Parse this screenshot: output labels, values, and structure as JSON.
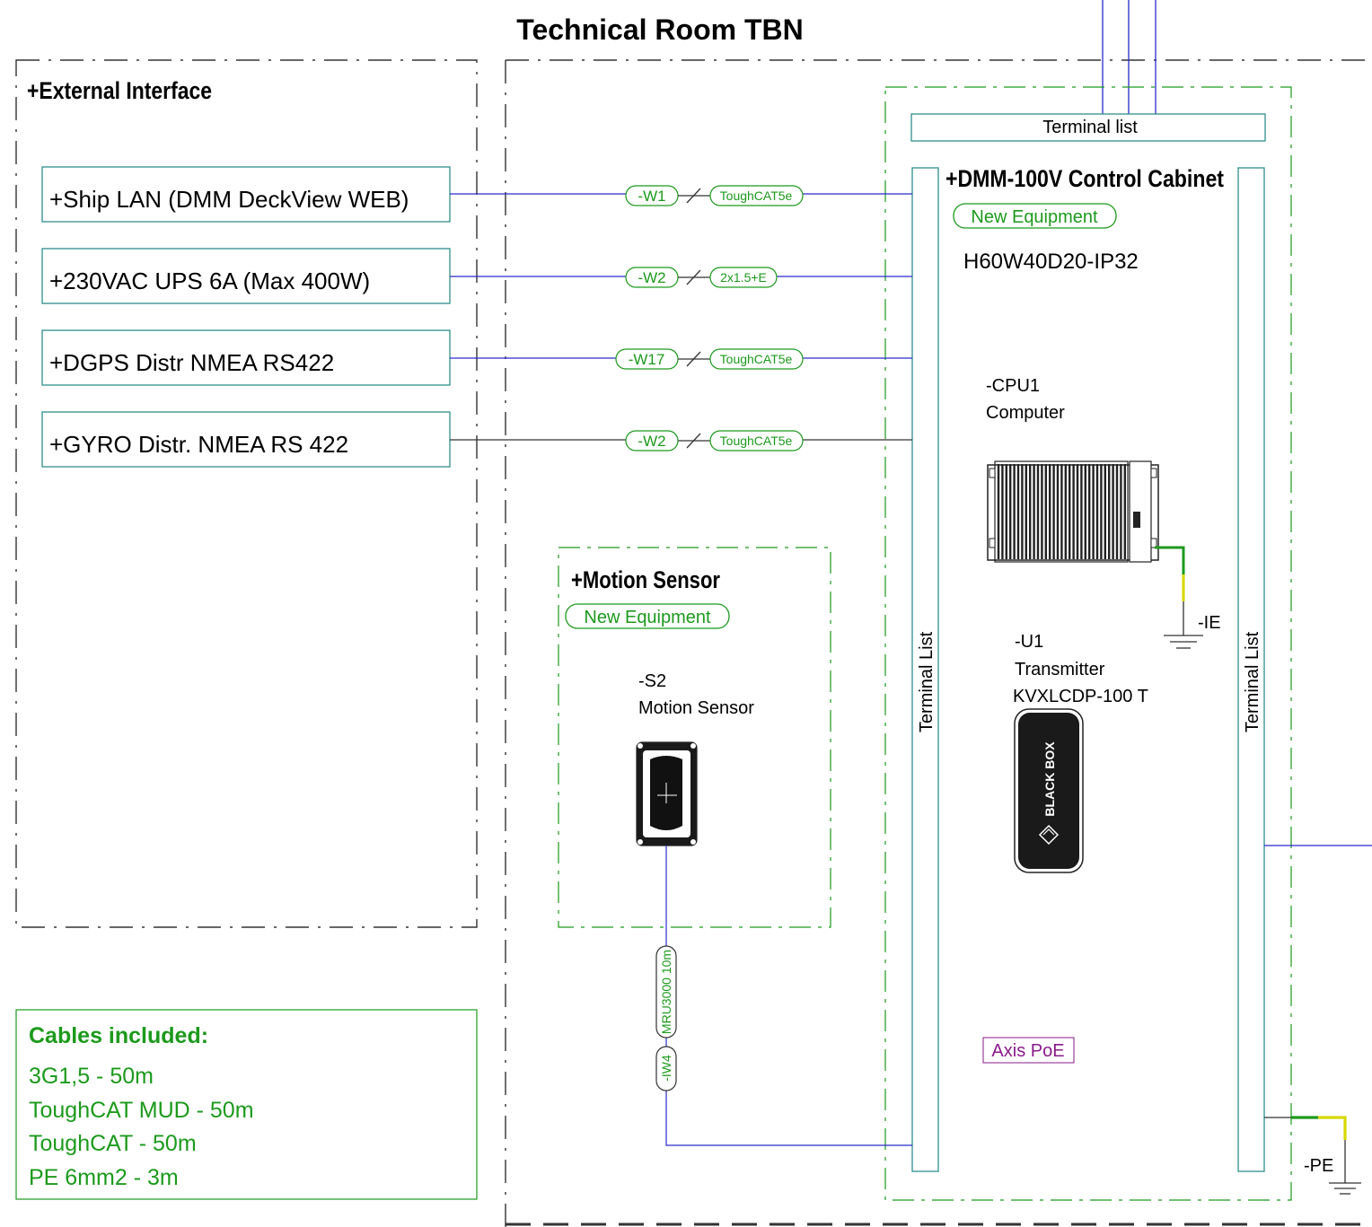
{
  "title": "Technical Room TBN",
  "external": {
    "heading": "+External Interface",
    "items": [
      "+Ship LAN (DMM DeckView WEB)",
      "+230VAC UPS 6A (Max 400W)",
      "+DGPS Distr NMEA RS422",
      "+GYRO Distr. NMEA RS 422"
    ]
  },
  "cables": [
    {
      "id": "-W1",
      "type": "ToughCAT5e"
    },
    {
      "id": "-W2",
      "type": "2x1.5+E"
    },
    {
      "id": "-W17",
      "type": "ToughCAT5e"
    },
    {
      "id": "-W2",
      "type": "ToughCAT5e"
    }
  ],
  "cabinet": {
    "heading": "+DMM-100V Control Cabinet",
    "badge": "New Equipment",
    "spec": "H60W40D20-IP32",
    "terminal_top": "Terminal list",
    "terminal_left": "Terminal List",
    "terminal_right": "Terminal List"
  },
  "cpu": {
    "tag": "-CPU1",
    "name": "Computer",
    "ground": "-IE"
  },
  "transmitter": {
    "tag": "-U1",
    "name": "Transmitter",
    "model": "KVXLCDP-100 T",
    "brand": "BLACK BOX"
  },
  "motion": {
    "heading": "+Motion Sensor",
    "badge": "New Equipment",
    "tag": "-S2",
    "name": "Motion Sensor",
    "cable_type": "MRU3000 10m",
    "cable_id": "-IW4"
  },
  "poe_label": "Axis PoE",
  "pe_label": "-PE",
  "cables_included": {
    "heading": "Cables included:",
    "items": [
      "3G1,5 - 50m",
      "ToughCAT MUD - 50m",
      "ToughCAT - 50m",
      "PE 6mm2 - 3m"
    ]
  },
  "colors": {
    "wire_blue": "#2a2acd",
    "green": "#1c9a1c",
    "teal_border": "#2f8f8f",
    "purple": "#8a1a8a"
  }
}
